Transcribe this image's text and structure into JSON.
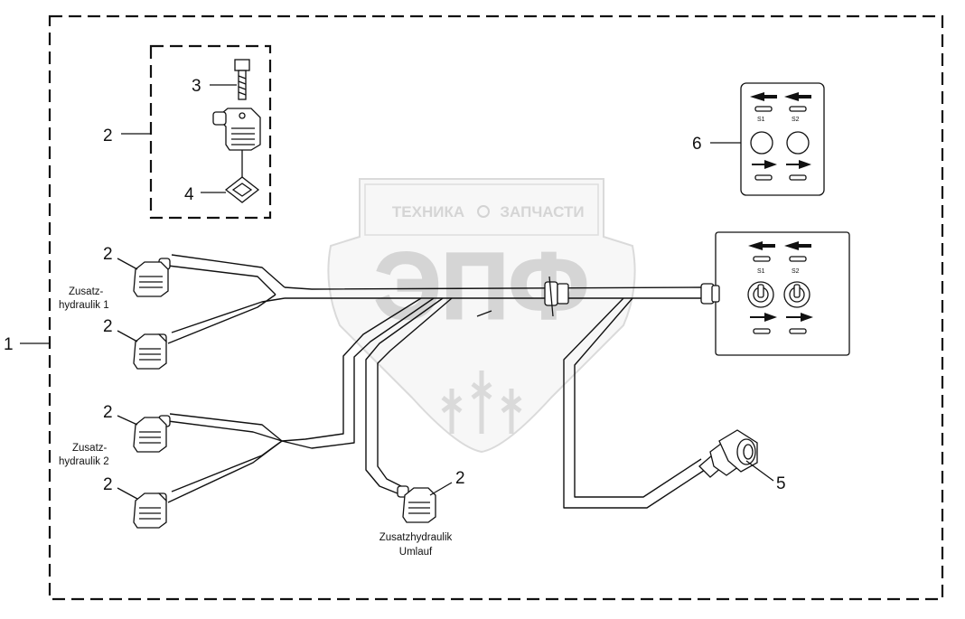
{
  "callouts": {
    "n1": "1",
    "n2": "2",
    "n3": "3",
    "n4": "4",
    "n5": "5",
    "n6": "6"
  },
  "labels": {
    "zh1_line1": "Zusatz-",
    "zh1_line2": "hydraulik 1",
    "zh2_line1": "Zusatz-",
    "zh2_line2": "hydraulik 2",
    "umlauf_line1": "Zusatzhydraulik",
    "umlauf_line2": "Umlauf"
  },
  "switch_panel": {
    "s1": "S1",
    "s2": "S2"
  },
  "watermark": {
    "brand_left": "ТЕХНИКА",
    "brand_right": "ЗАПЧАСТИ",
    "logo": "ЭПФ"
  }
}
